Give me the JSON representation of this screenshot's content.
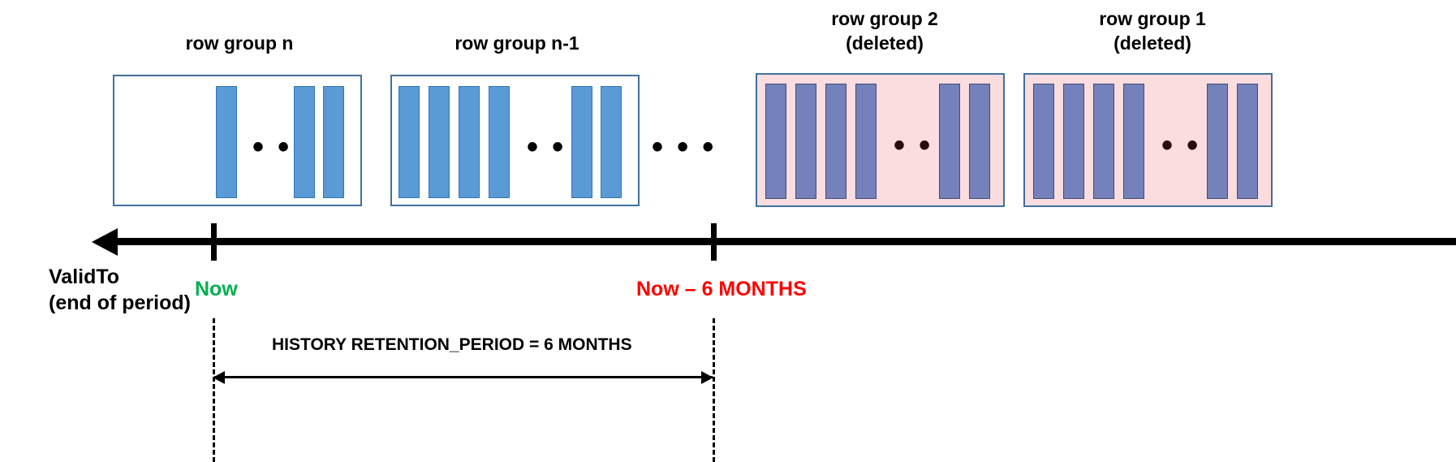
{
  "diagram": {
    "title": "SQL Server temporal table history retention cleanup timeline",
    "colors": {
      "box_border": "#41719C",
      "bar_active": "#5B9BD5",
      "bar_deleted": "#7481BA",
      "box_deleted_fill": "#FBDDE0",
      "now_label": "#00B050",
      "cutoff_label": "#FF0000",
      "axis": "#000000"
    },
    "row_groups": [
      {
        "label": "row group n",
        "deleted": false,
        "bars_left": 0,
        "bars_right": 0,
        "bars_before_dots": 1,
        "bars_after_dots": 2,
        "has_inner_dots": true
      },
      {
        "label": "row group n-1",
        "deleted": false,
        "bars_before_dots": 4,
        "bars_after_dots": 2,
        "has_inner_dots": true
      },
      {
        "label": "row group 2\n(deleted)",
        "deleted": true,
        "bars_before_dots": 4,
        "bars_after_dots": 2,
        "has_inner_dots": true
      },
      {
        "label": "row group 1\n(deleted)",
        "deleted": true,
        "bars_before_dots": 4,
        "bars_after_dots": 2,
        "has_inner_dots": true
      }
    ],
    "between_groups_dots": "• • •",
    "inner_dots": "• • •",
    "axis": {
      "caption": "ValidTo\n(end of period)",
      "now_label": "Now",
      "cutoff_label": "Now – 6 MONTHS"
    },
    "retention": {
      "label": "HISTORY RETENTION_PERIOD =  6 MONTHS"
    }
  }
}
